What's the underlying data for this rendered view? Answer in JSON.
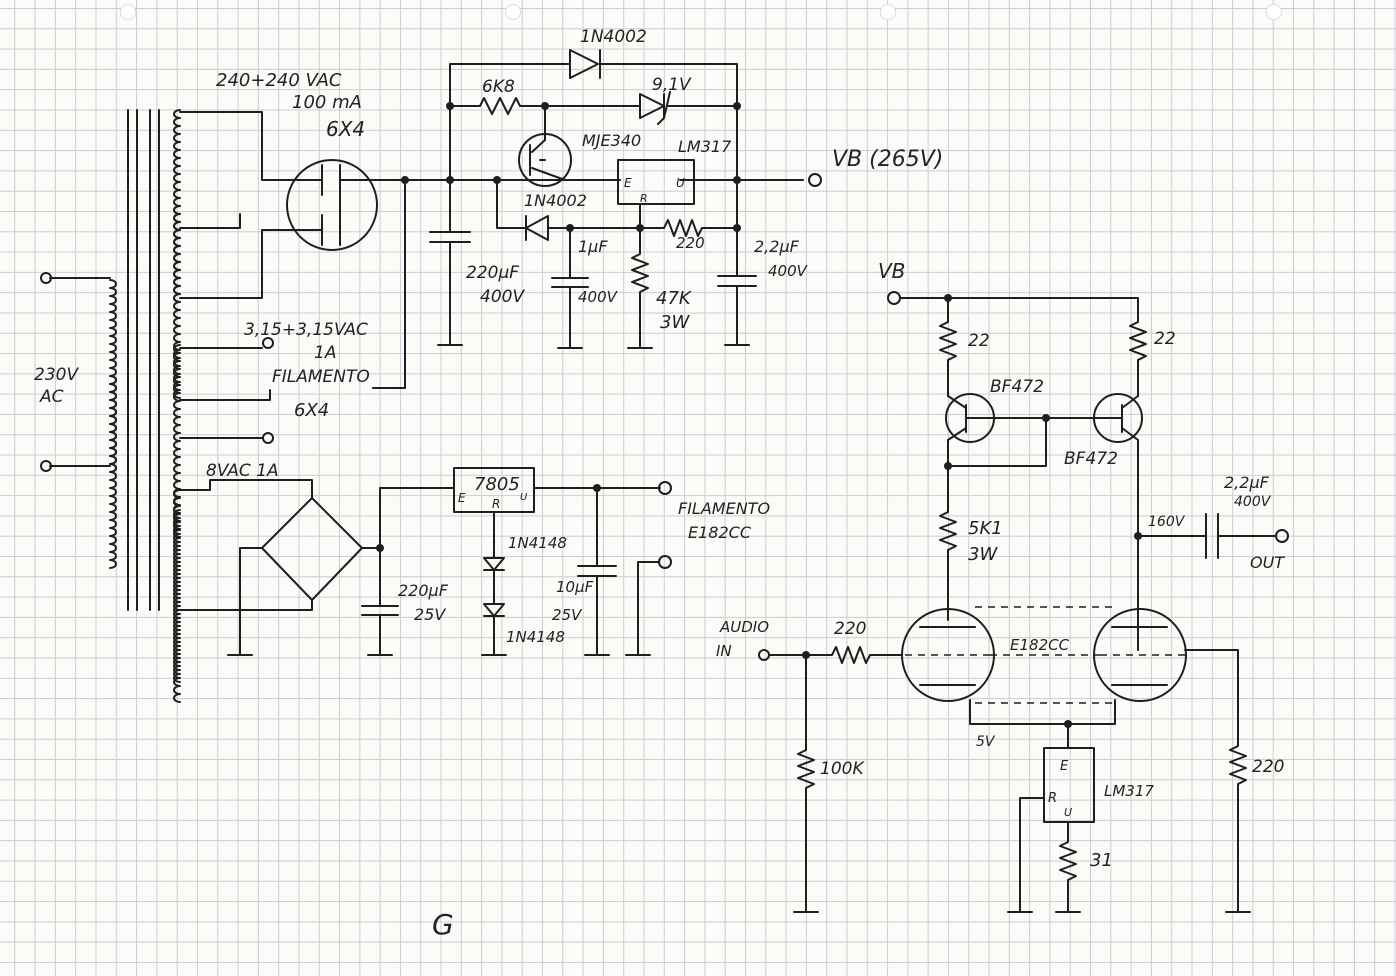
{
  "supply": {
    "transformer_primary": [
      "230V",
      "AC"
    ],
    "hv_winding": [
      "240+240 VAC",
      "100 mA"
    ],
    "rectifier_tube": "6X4",
    "fil_winding": [
      "3,15+3,15VAC",
      "1A",
      "FILAMENTO"
    ],
    "fil_tube": "6X4",
    "reservoir_cap": [
      "220µF",
      "400V"
    ],
    "d_top": "1N4002",
    "r_feed": "6K8",
    "zener": "9,1V",
    "transistor": "MJE340",
    "regulator": "LM317",
    "reg_pins": {
      "e": "E",
      "u": "U",
      "r": "R"
    },
    "d_lower": "1N4002",
    "cap_mid": [
      "1µF",
      "400V"
    ],
    "r_adj": "220",
    "r_bleed": [
      "47K",
      "3W"
    ],
    "cap_out": [
      "2,2µF",
      "400V"
    ],
    "output_label": "VB (265V)"
  },
  "filament": {
    "winding": "8VAC 1A",
    "cap1": [
      "220µF",
      "25V"
    ],
    "reg": "7805",
    "reg_pins": {
      "e": "E",
      "u": "U",
      "r": "R"
    },
    "diode1": "1N4148",
    "diode2": "1N4148",
    "cap2": [
      "10µF",
      "25V"
    ],
    "out_label": [
      "FILAMENTO",
      "E182CC"
    ]
  },
  "amp": {
    "vb_label": "VB",
    "r_left": "22",
    "r_right": "22",
    "q_left": "BF472",
    "q_right": "BF472",
    "r_load": [
      "5K1",
      "3W"
    ],
    "plate_voltage": "160V",
    "coupling_cap": [
      "2,2µF",
      "400V"
    ],
    "out": "OUT",
    "input": [
      "AUDIO",
      "IN"
    ],
    "r_grid": "220",
    "tube": "E182CC",
    "r_in": "100K",
    "cathode_voltage": "5V",
    "reg": "LM317",
    "reg_pins": {
      "e": "E",
      "r": "R",
      "u": "U"
    },
    "r_cath": "31",
    "r_grid2": "220"
  },
  "signature": "G"
}
